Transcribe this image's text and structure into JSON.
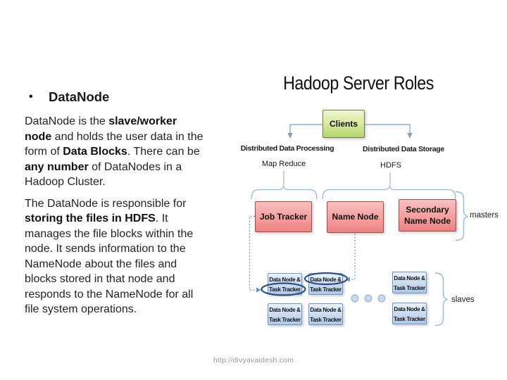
{
  "slide": {
    "footer": "http://divyavaidesh.com"
  },
  "left_panel": {
    "bullet_char": "•",
    "heading": "DataNode",
    "paragraph1": {
      "runs": [
        {
          "text": "DataNode is the ",
          "bold": false
        },
        {
          "text": "slave/worker node",
          "bold": true
        },
        {
          "text": " and holds the user data in the form of ",
          "bold": false
        },
        {
          "text": "Data Blocks",
          "bold": true
        },
        {
          "text": ". There can be ",
          "bold": false
        },
        {
          "text": "any number",
          "bold": true
        },
        {
          "text": " of DataNodes in a Hadoop Cluster.",
          "bold": false
        }
      ]
    },
    "paragraph2": {
      "runs": [
        {
          "text": "The DataNode is responsible for ",
          "bold": false
        },
        {
          "text": "storing the files in HDFS",
          "bold": true
        },
        {
          "text": ". It manages the file blocks within the node. It sends information to the NameNode about the files and blocks stored in that node and responds to the NameNode for all file system operations.",
          "bold": false
        }
      ]
    }
  },
  "diagram": {
    "title": "Hadoop Server Roles",
    "clients_box_label": "Clients",
    "processing_branch": {
      "label": "Distributed Data Processing",
      "sublabel": "Map Reduce"
    },
    "storage_branch": {
      "label": "Distributed Data Storage",
      "sublabel": "HDFS"
    },
    "job_tracker_label": "Job Tracker",
    "name_node_label": "Name Node",
    "secondary_name_node": {
      "line1": "Secondary",
      "line2": "Name Node"
    },
    "masters_label": "masters",
    "slaves_label": "slaves",
    "slave_box": {
      "line1": "Data Node &",
      "line2": "Task Tracker"
    },
    "colors": {
      "clients_green": "#cde08a",
      "master_red": "#f29898",
      "slave_blue": "#c3d7ee",
      "connector_blue": "#6f96c9",
      "brace_blue": "#9ab7d9",
      "ellipse_blue": "#2f517f"
    }
  }
}
